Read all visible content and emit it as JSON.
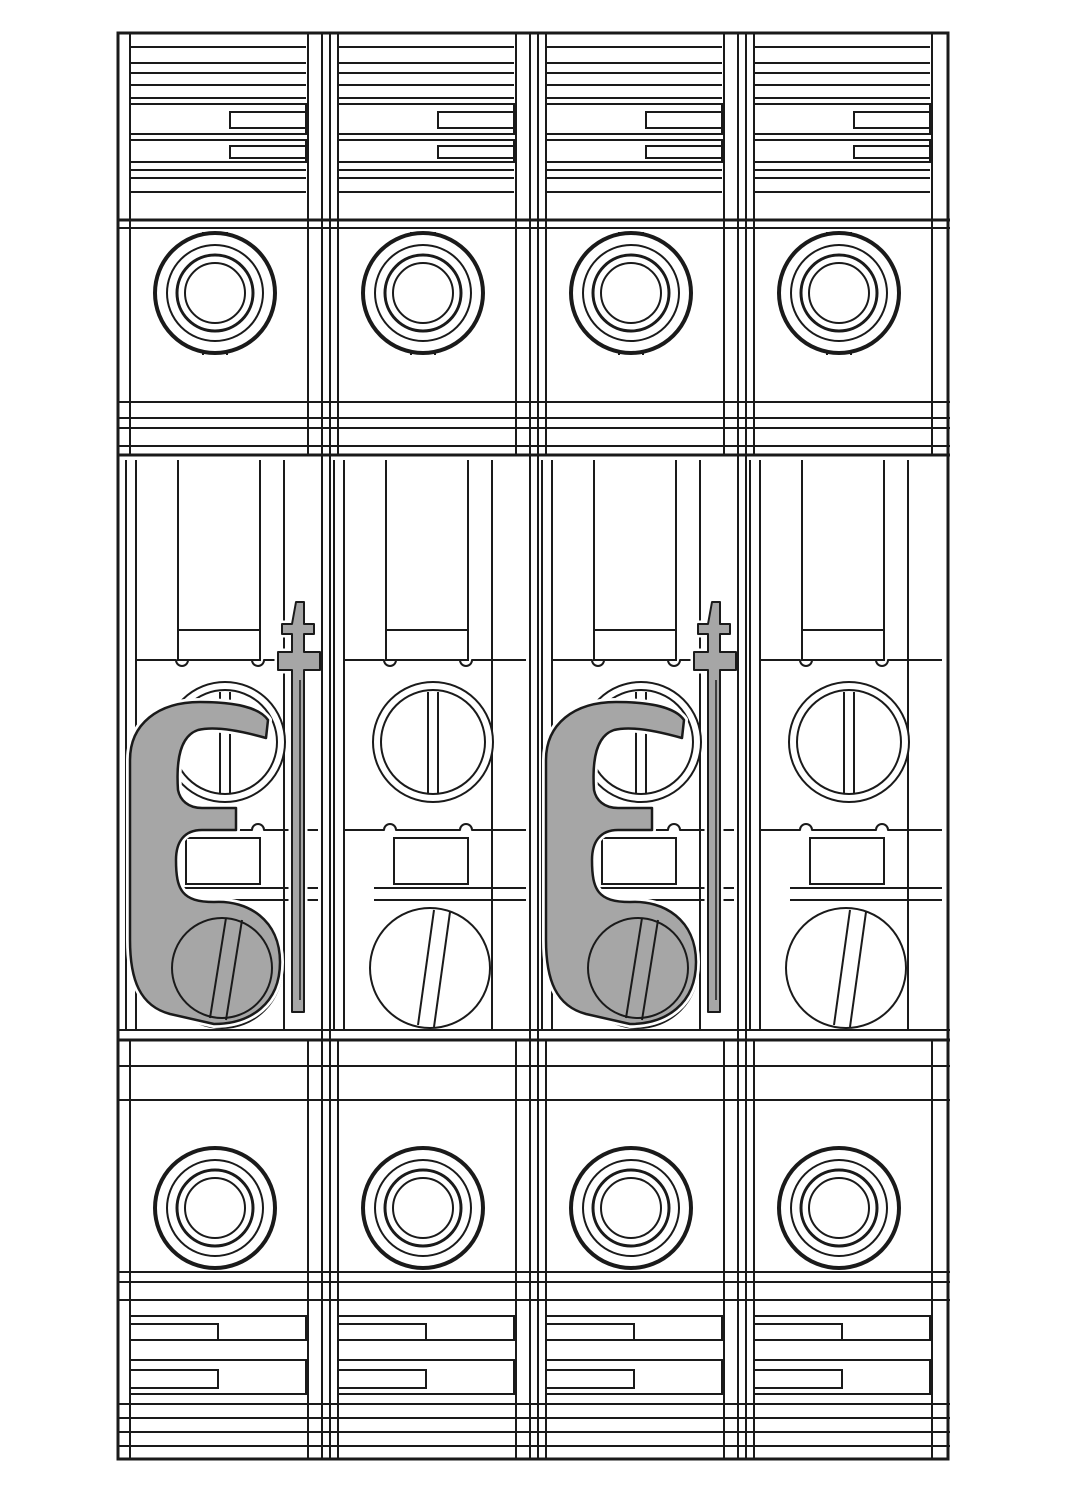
{
  "drawing": {
    "line_color": "#1a1a1a",
    "fill_color": "#ffffff",
    "accessory_fill": "#a6a6a6",
    "modules": [
      {
        "id": "m1",
        "accessory": true
      },
      {
        "id": "m2",
        "accessory": false
      },
      {
        "id": "m3",
        "accessory": true
      },
      {
        "id": "m4",
        "accessory": false
      }
    ]
  }
}
